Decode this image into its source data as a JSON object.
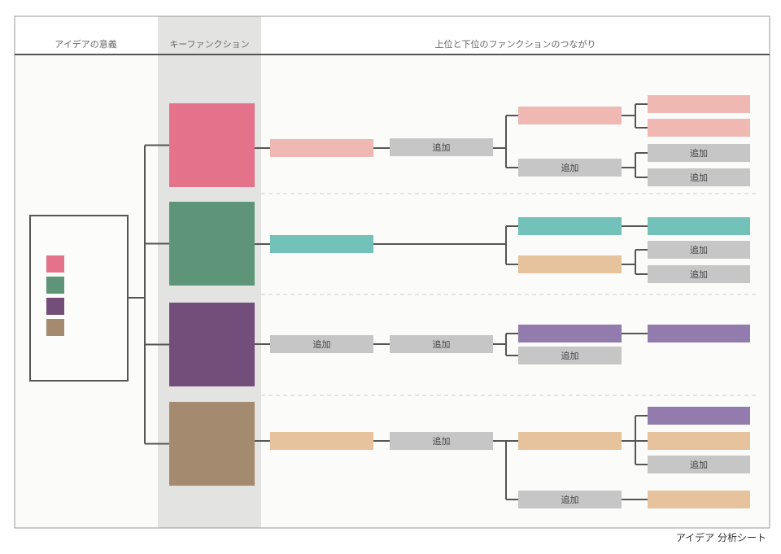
{
  "headers": {
    "meaning": "アイデアの意義",
    "key_functions": "キーファンクション",
    "connections": "上位と下位のファンクションのつながり"
  },
  "add_label": "追加",
  "footer": "アイデア 分析シート",
  "colors": {
    "pink": "#E3728A",
    "pink_light": "#EFB8B3",
    "green": "#5E9579",
    "teal": "#72C2BA",
    "purple": "#734E7A",
    "purple_light": "#927CAE",
    "brown": "#A48A6F",
    "tan": "#E6C39C",
    "gray": "#C6C6C6"
  },
  "meaning_swatches": [
    "pink",
    "green",
    "purple",
    "brown"
  ],
  "rows": [
    {
      "key_color": "pink",
      "level1": {
        "color": "pink_light"
      },
      "level2": {
        "color": "gray",
        "label": "追加"
      },
      "level3": [
        {
          "color": "pink_light",
          "children": [
            {
              "color": "pink_light"
            },
            {
              "color": "pink_light"
            }
          ]
        },
        {
          "color": "gray",
          "label": "追加",
          "children": [
            {
              "color": "gray",
              "label": "追加"
            },
            {
              "color": "gray",
              "label": "追加"
            }
          ]
        }
      ]
    },
    {
      "key_color": "green",
      "level1": {
        "color": "teal"
      },
      "level2": null,
      "level3": [
        {
          "color": "teal",
          "children": [
            {
              "color": "teal"
            }
          ]
        },
        {
          "color": "tan",
          "children": [
            {
              "color": "gray",
              "label": "追加"
            },
            {
              "color": "gray",
              "label": "追加"
            }
          ]
        }
      ]
    },
    {
      "key_color": "purple",
      "level1": {
        "color": "gray",
        "label": "追加"
      },
      "level2": {
        "color": "gray",
        "label": "追加"
      },
      "level3": [
        {
          "color": "purple_light",
          "children": [
            {
              "color": "purple_light"
            }
          ]
        },
        {
          "color": "gray",
          "label": "追加",
          "children": []
        }
      ]
    },
    {
      "key_color": "brown",
      "level1": {
        "color": "tan"
      },
      "level2": {
        "color": "gray",
        "label": "追加"
      },
      "level3": [
        {
          "color": "tan",
          "children": [
            {
              "color": "purple_light"
            },
            {
              "color": "tan"
            },
            {
              "color": "gray",
              "label": "追加"
            }
          ]
        },
        {
          "color": "gray",
          "label": "追加",
          "children": [
            {
              "color": "tan"
            }
          ]
        }
      ]
    }
  ]
}
